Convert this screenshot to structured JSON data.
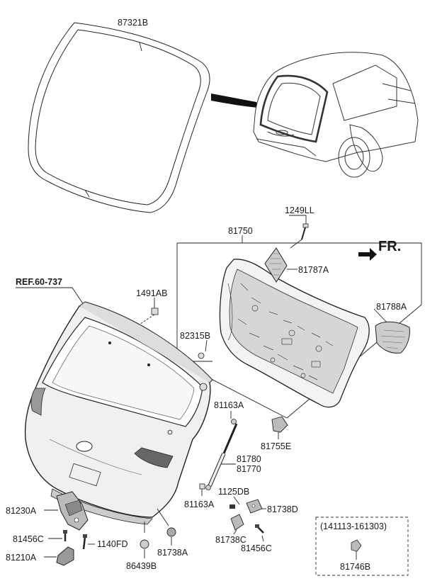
{
  "diagram": {
    "labels": {
      "weatherstrip": "87321B",
      "bolt_top": "1249LL",
      "trim_assy": "81750",
      "fr_arrow": "FR.",
      "grille_left": "81787A",
      "grille_right": "81788A",
      "reference": "REF.60-737",
      "clip_a": "1491AB",
      "fastener": "82315B",
      "stopper": "81755E",
      "stay_bracket_upper": "81163A",
      "lifter_a": "81780",
      "lifter_b": "81770",
      "stay_bracket_lower": "81163A",
      "bolt_1125": "1125DB",
      "striker_right": "81738D",
      "striker_left": "81738C",
      "screw_right": "81456C",
      "latch": "81230A",
      "screw_left": "81456C",
      "bolt_1140": "1140FD",
      "actuator": "81210A",
      "bumper": "86439B",
      "stopper_lower": "81738A",
      "date_range": "(141113-161303)",
      "clip_b": "81746B"
    }
  }
}
